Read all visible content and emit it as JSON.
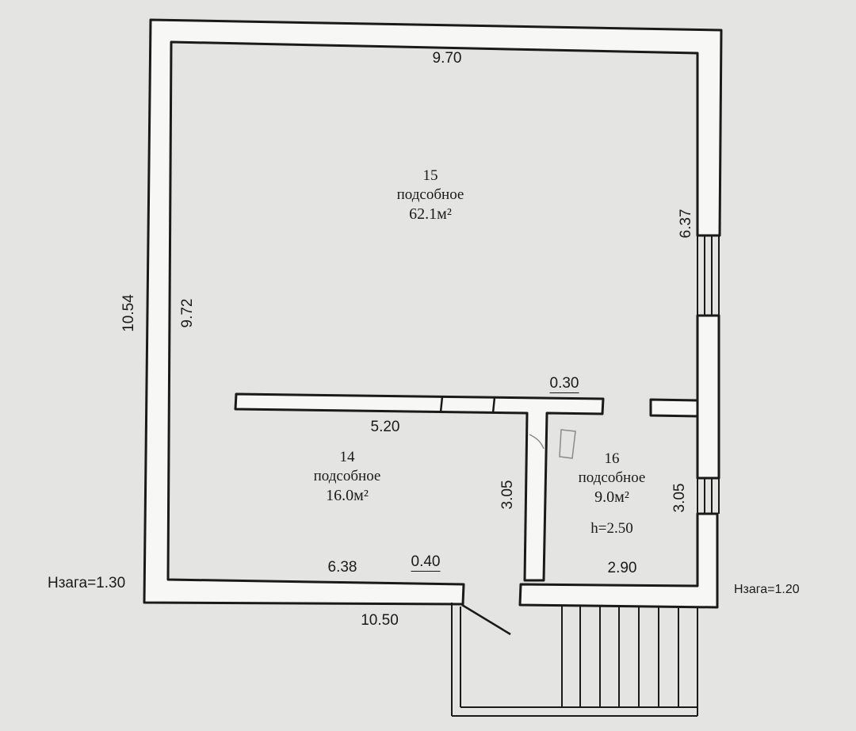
{
  "rooms": [
    {
      "number": "15",
      "name": "подсобное",
      "area": "62.1м²"
    },
    {
      "number": "14",
      "name": "подсобное",
      "area": "16.0м²"
    },
    {
      "number": "16",
      "name": "подсобное",
      "area": "9.0м²",
      "height": "h=2.50"
    }
  ],
  "dimensions": {
    "top_inner": "9.70",
    "left_outer": "10.54",
    "left_inner": "9.72",
    "right_upper": "6.37",
    "right_lower": "3.05",
    "partition_length": "5.20",
    "partition_thickness": "0.30",
    "room14_right": "3.05",
    "bottom_left_inner": "6.38",
    "door_offset": "0.40",
    "room16_bottom": "2.90",
    "bottom_outer": "10.50"
  },
  "elevations": {
    "left": "Нзага=1.30",
    "right": "Нзага=1.20"
  },
  "colors": {
    "paper": "#e4e4e2",
    "ink": "#1a1a1a",
    "wall_fill": "#f7f7f5"
  }
}
